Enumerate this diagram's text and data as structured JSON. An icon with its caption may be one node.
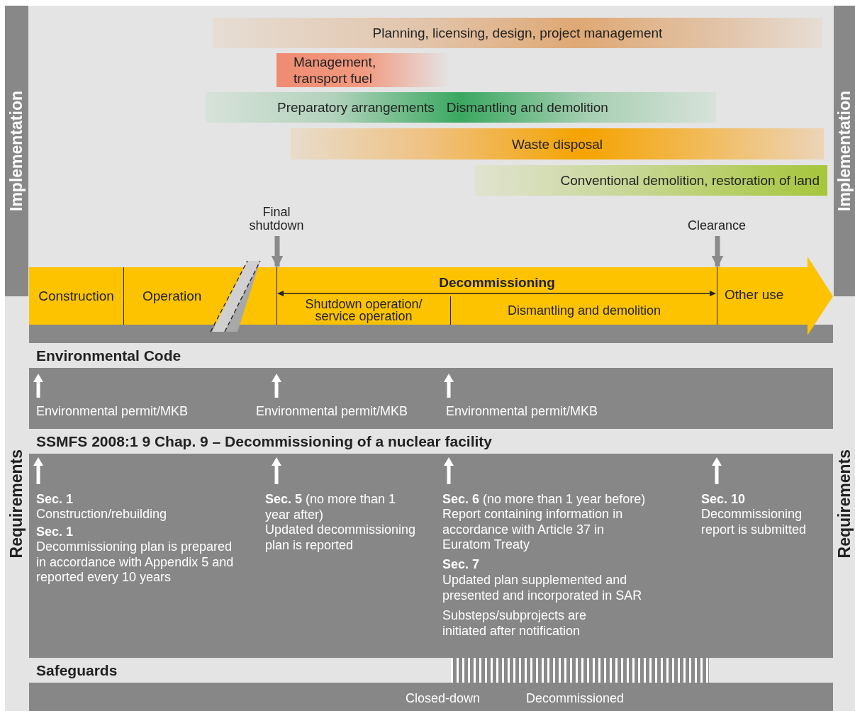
{
  "diagram": {
    "nodes": [
      {
        "text": [
          "Implementation"
        ]
      },
      {
        "text": [
          "Implementation"
        ]
      },
      {
        "text": [
          "Planning, licensing, design, project management"
        ]
      },
      {
        "text": [
          "Management, transport fuel"
        ]
      },
      {
        "text": [
          "Preparatory arrangements",
          "Dismantling and demolition"
        ]
      },
      {
        "text": [
          "Waste disposal"
        ]
      },
      {
        "text": [
          "Conventional demolition, restoration of land"
        ]
      },
      {
        "text": [
          "Final shutdown"
        ]
      },
      {
        "text": [
          "Clearance"
        ]
      },
      {
        "text": [
          "Construction"
        ]
      },
      {
        "text": [
          "Operation"
        ]
      },
      {
        "text": [
          "Decommissioning"
        ]
      },
      {
        "text": [
          "Shutdown operation/ service operation"
        ],
        "in": 11
      },
      {
        "text": [
          "Dismantling and demolition"
        ],
        "in": 11
      },
      {
        "text": [
          "Other use"
        ]
      },
      {
        "text": [
          "Requirements"
        ]
      },
      {
        "text": [
          "Requirements"
        ]
      },
      {
        "text": [
          "Environmental Code"
        ]
      },
      {
        "text": [
          "SSMFS 2008:1 9 Chap. 9 – Decommissioning of a nuclear facility"
        ]
      },
      {
        "text": [
          "Safeguards"
        ]
      },
      {
        "text": [],
        "shape": "bar",
        "in": 19
      }
    ],
    "edges": [
      {
        "from": 7,
        "to": 11,
        "arrow": "to"
      },
      {
        "from": 8,
        "to": 14,
        "arrow": "to"
      }
    ],
    "labels": [
      "Environmental permit/MKB",
      "Environmental permit/MKB",
      "Environmental permit/MKB",
      "Sec. 1",
      "Construction/rebuilding",
      "Sec. 1",
      "Decommissioning plan is prepared in accordance with Appendix 5 and reported every 10 years",
      "**Sec. 5** (no more than 1 year after)",
      "Updated decommissioning plan is reported",
      "**Sec. 6** (no more than 1 year before)",
      "Report containing information in accordance with Article 37 in Euratom Treaty",
      "Sec. 7",
      "Updated plan supplemented and presented and incorporated in SAR",
      "Substeps/subprojects are initiated after notification",
      "Sec. 10",
      "Decommissioning report is submitted",
      "Closed-down",
      "Decommissioned"
    ]
  }
}
